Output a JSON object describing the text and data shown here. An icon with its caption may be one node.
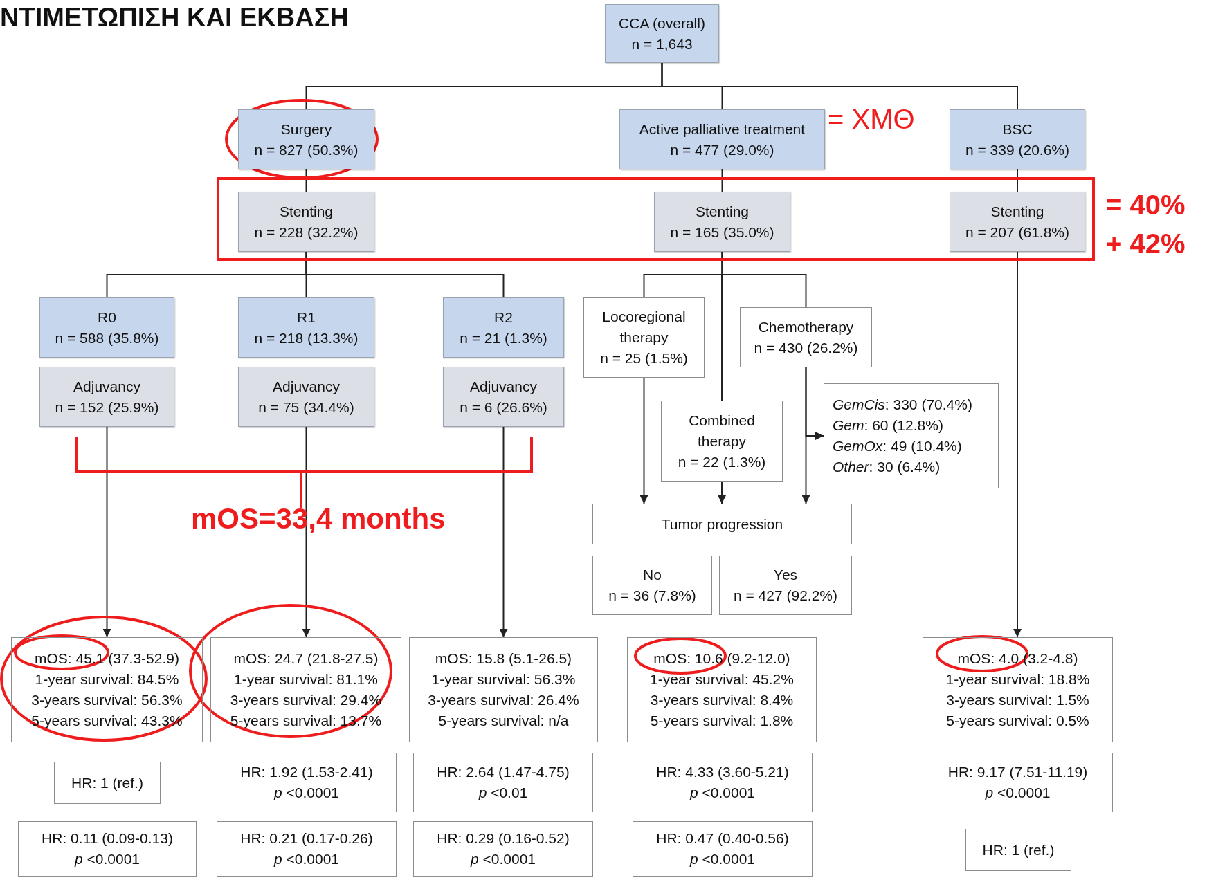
{
  "diagram": {
    "title": "ΝΤΙΜΕΤΩΠΙΣΗ ΚΑΙ ΕΚΒΑΣΗ",
    "nodes": [
      {
        "text": [
          "CCA (overall)",
          "n = 1,643"
        ]
      },
      {
        "text": [
          "Surgery",
          "n = 827 (50.3%)"
        ]
      },
      {
        "text": [
          "Active palliative treatment",
          "n = 477 (29.0%)"
        ]
      },
      {
        "text": [
          "BSC",
          "n = 339 (20.6%)"
        ]
      },
      {
        "text": [
          "Stenting",
          "n = 228 (32.2%)"
        ]
      },
      {
        "text": [
          "Stenting",
          "n = 165 (35.0%)"
        ]
      },
      {
        "text": [
          "Stenting",
          "n = 207 (61.8%)"
        ]
      },
      {
        "text": [
          "R0",
          "n = 588 (35.8%)"
        ]
      },
      {
        "text": [
          "Adjuvancy",
          "n = 152 (25.9%)"
        ]
      },
      {
        "text": [
          "R1",
          "n = 218 (13.3%)"
        ]
      },
      {
        "text": [
          "Adjuvancy",
          "n = 75 (34.4%)"
        ]
      },
      {
        "text": [
          "R2",
          "n = 21 (1.3%)"
        ]
      },
      {
        "text": [
          "Adjuvancy",
          "n = 6 (26.6%)"
        ]
      },
      {
        "text": [
          "Locoregional therapy",
          "n = 25 (1.5%)"
        ]
      },
      {
        "text": [
          "Chemotherapy",
          "n = 430 (26.2%)"
        ]
      },
      {
        "text": [
          "Combined therapy",
          "n = 22 (1.3%)"
        ]
      },
      {
        "text": [
          "*GemCis*: 330 (70.4%)",
          "*Gem*: 60 (12.8%)",
          "*GemOx*: 49 (10.4%)",
          "*Other*: 30 (6.4%)"
        ]
      },
      {
        "text": [
          "Tumor progression"
        ]
      },
      {
        "text": [
          "No",
          "n = 36 (7.8%)"
        ]
      },
      {
        "text": [
          "Yes",
          "n = 427 (92.2%)"
        ]
      },
      {
        "text": [
          "mOS: 45.1 (37.3-52.9)",
          "1-year survival: 84.5%",
          "3-years survival: 56.3%",
          "5-years survival: 43.3%"
        ]
      },
      {
        "text": [
          "mOS: 24.7 (21.8-27.5)",
          "1-year survival: 81.1%",
          "3-years survival: 29.4%",
          "5-years survival: 13.7%"
        ]
      },
      {
        "text": [
          "mOS: 15.8 (5.1-26.5)",
          "1-year survival: 56.3%",
          "3-years survival: 26.4%",
          "5-years survival: n/a"
        ]
      },
      {
        "text": [
          "mOS: 10.6 (9.2-12.0)",
          "1-year survival: 45.2%",
          "3-years survival: 8.4%",
          "5-years survival: 1.8%"
        ]
      },
      {
        "text": [
          "mOS: 4.0 (3.2-4.8)",
          "1-year survival: 18.8%",
          "3-years survival: 1.5%",
          "5-years survival: 0.5%"
        ]
      },
      {
        "text": [
          "HR: 1 (ref.)"
        ]
      },
      {
        "text": [
          "HR: 1.92 (1.53-2.41)",
          "*p* <0.0001"
        ]
      },
      {
        "text": [
          "HR: 2.64 (1.47-4.75)",
          "*p* <0.01"
        ]
      },
      {
        "text": [
          "HR: 4.33 (3.60-5.21)",
          "*p* <0.0001"
        ]
      },
      {
        "text": [
          "HR: 9.17 (7.51-11.19)",
          "*p* <0.0001"
        ]
      },
      {
        "text": [
          "HR: 0.11 (0.09-0.13)",
          "*p* <0.0001"
        ]
      },
      {
        "text": [
          "HR: 0.21 (0.17-0.26)",
          "*p* <0.0001"
        ]
      },
      {
        "text": [
          "HR: 0.29 (0.16-0.52)",
          "*p* <0.0001"
        ]
      },
      {
        "text": [
          "HR: 0.47 (0.40-0.56)",
          "*p* <0.0001"
        ]
      },
      {
        "text": [
          "HR: 1 (ref.)"
        ]
      }
    ],
    "edges": [
      {
        "from": 0,
        "to": 1,
        "arrow": "none"
      },
      {
        "from": 0,
        "to": 2,
        "arrow": "none"
      },
      {
        "from": 0,
        "to": 3,
        "arrow": "none"
      },
      {
        "from": 1,
        "to": 4,
        "arrow": "none"
      },
      {
        "from": 4,
        "to": 7,
        "arrow": "none"
      },
      {
        "from": 4,
        "to": 9,
        "arrow": "none"
      },
      {
        "from": 4,
        "to": 11,
        "arrow": "none"
      },
      {
        "from": 8,
        "to": 20,
        "arrow": "to"
      },
      {
        "from": 10,
        "to": 21,
        "arrow": "to"
      },
      {
        "from": 12,
        "to": 22,
        "arrow": "to"
      },
      {
        "from": 2,
        "to": 5,
        "arrow": "none"
      },
      {
        "from": 5,
        "to": 13,
        "arrow": "none"
      },
      {
        "from": 5,
        "to": 15,
        "arrow": "none"
      },
      {
        "from": 5,
        "to": 14,
        "arrow": "none"
      },
      {
        "from": 13,
        "to": 17,
        "arrow": "to"
      },
      {
        "from": 15,
        "to": 17,
        "arrow": "to"
      },
      {
        "from": 14,
        "to": 17,
        "arrow": "to"
      },
      {
        "from": 14,
        "to": 16,
        "arrow": "to"
      },
      {
        "from": 3,
        "to": 6,
        "arrow": "none"
      },
      {
        "from": 6,
        "to": 24,
        "arrow": "to"
      }
    ],
    "labels": [
      "= ΧΜΘ",
      "= 40%",
      "+ 42%",
      "mOS=33,4 months"
    ]
  }
}
